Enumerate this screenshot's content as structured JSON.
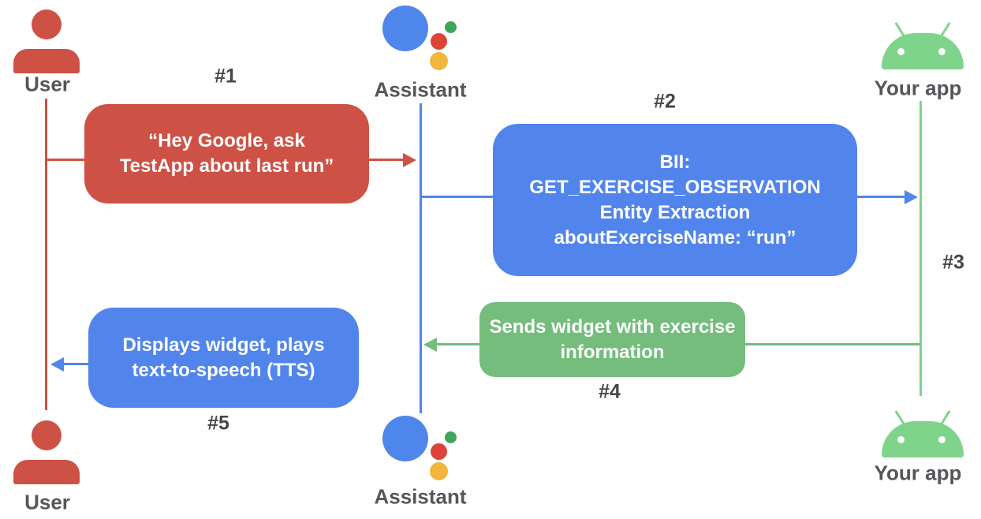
{
  "actors": {
    "user_top": "User",
    "assistant_top": "Assistant",
    "app_top": "Your app",
    "user_bottom": "User",
    "assistant_bottom": "Assistant",
    "app_bottom": "Your app"
  },
  "steps": {
    "s1": "#1",
    "s2": "#2",
    "s3": "#3",
    "s4": "#4",
    "s5": "#5"
  },
  "messages": {
    "m1": {
      "step": "#1",
      "from": "User",
      "to": "Assistant",
      "lines": [
        "“Hey Google, ask",
        "TestApp about last run”"
      ]
    },
    "m2": {
      "step": "#2",
      "from": "Assistant",
      "to": "Your app",
      "lines": [
        "BII:",
        "GET_EXERCISE_OBSERVATION",
        "Entity Extraction",
        "aboutExerciseName: “run”"
      ]
    },
    "m4": {
      "step": "#4",
      "from": "Your app",
      "to": "Assistant",
      "lines": [
        "Sends widget with exercise",
        "information"
      ]
    },
    "m5": {
      "step": "#5",
      "from": "Assistant",
      "to": "User",
      "lines": [
        "Displays widget, plays",
        "text-to-speech (TTS)"
      ]
    }
  },
  "colors": {
    "red": "#CE5146",
    "blue": "#5185EC",
    "green": "#74BD7C",
    "android-green": "#7ED48A",
    "assistant-blue": "#4E86EC",
    "assistant-red": "#DB4437",
    "assistant-yellow": "#F2B63C",
    "assistant-green": "#3EA55B",
    "label-gray": "#54575A",
    "step-gray": "#454545"
  }
}
